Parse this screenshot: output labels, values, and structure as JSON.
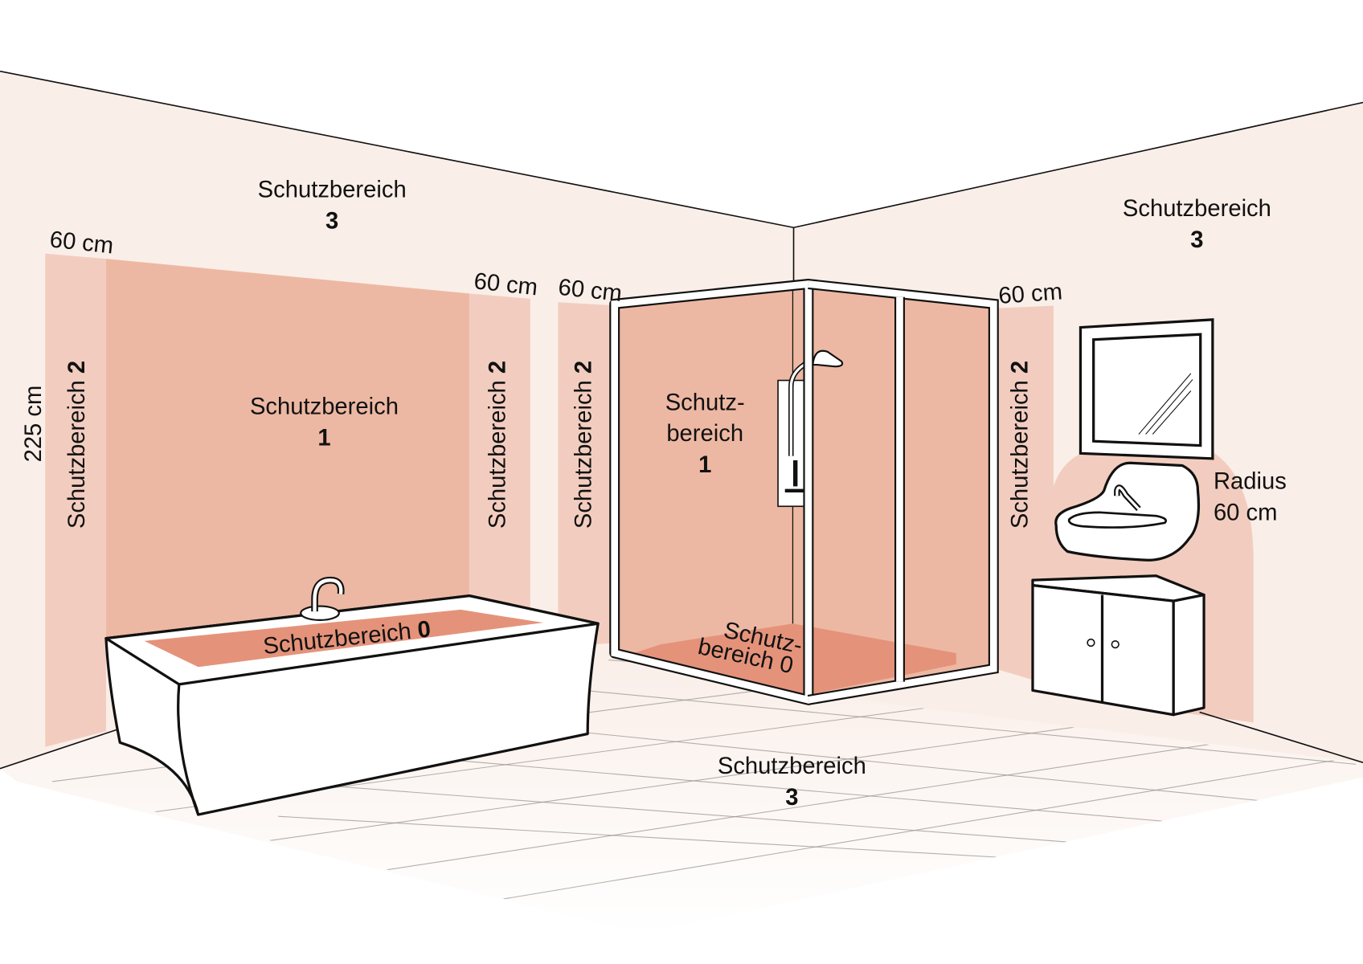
{
  "diagram": {
    "title": "Schutzbereiche im Badezimmer",
    "colors": {
      "zone3": "#faeee8",
      "zone2": "#f2cdbf",
      "zone1": "#edb8a3",
      "zone0": "#e4937a",
      "outline": "#111111",
      "fixture": "#ffffff"
    },
    "labels": {
      "left_wall_zone3": {
        "text": "Schutzbereich",
        "num": "3"
      },
      "right_wall_zone3": {
        "text": "Schutzbereich",
        "num": "3"
      },
      "floor_zone3": {
        "text": "Schutzbereich",
        "num": "3"
      },
      "tub_zone1": {
        "text": "Schutzbereich",
        "num": "1"
      },
      "shower_zone1": {
        "line1": "Schutz-",
        "line2": "bereich",
        "num": "1"
      },
      "tub_zone0": {
        "text": "Schutzbereich ",
        "num": "0"
      },
      "shower_zone0": {
        "line1": "Schutz-",
        "line2": "bereich 0"
      },
      "zone2_left": {
        "text": "Schutzbereich ",
        "num": "2"
      },
      "zone2_tub_right": {
        "text": "Schutzbereich ",
        "num": "2"
      },
      "zone2_shower_left": {
        "text": "Schutzbereich ",
        "num": "2"
      },
      "zone2_shower_right": {
        "text": "Schutzbereich ",
        "num": "2"
      },
      "height": "225 cm",
      "width_left": "60 cm",
      "width_tub_right": "60 cm",
      "width_shower_left": "60 cm",
      "width_shower_right": "60 cm",
      "radius_line1": "Radius",
      "radius_line2": "60 cm"
    },
    "objects": [
      "bathtub-icon",
      "shower-cabin-icon",
      "shower-head-icon",
      "mirror-icon",
      "washbasin-icon",
      "vanity-cabinet-icon"
    ]
  }
}
